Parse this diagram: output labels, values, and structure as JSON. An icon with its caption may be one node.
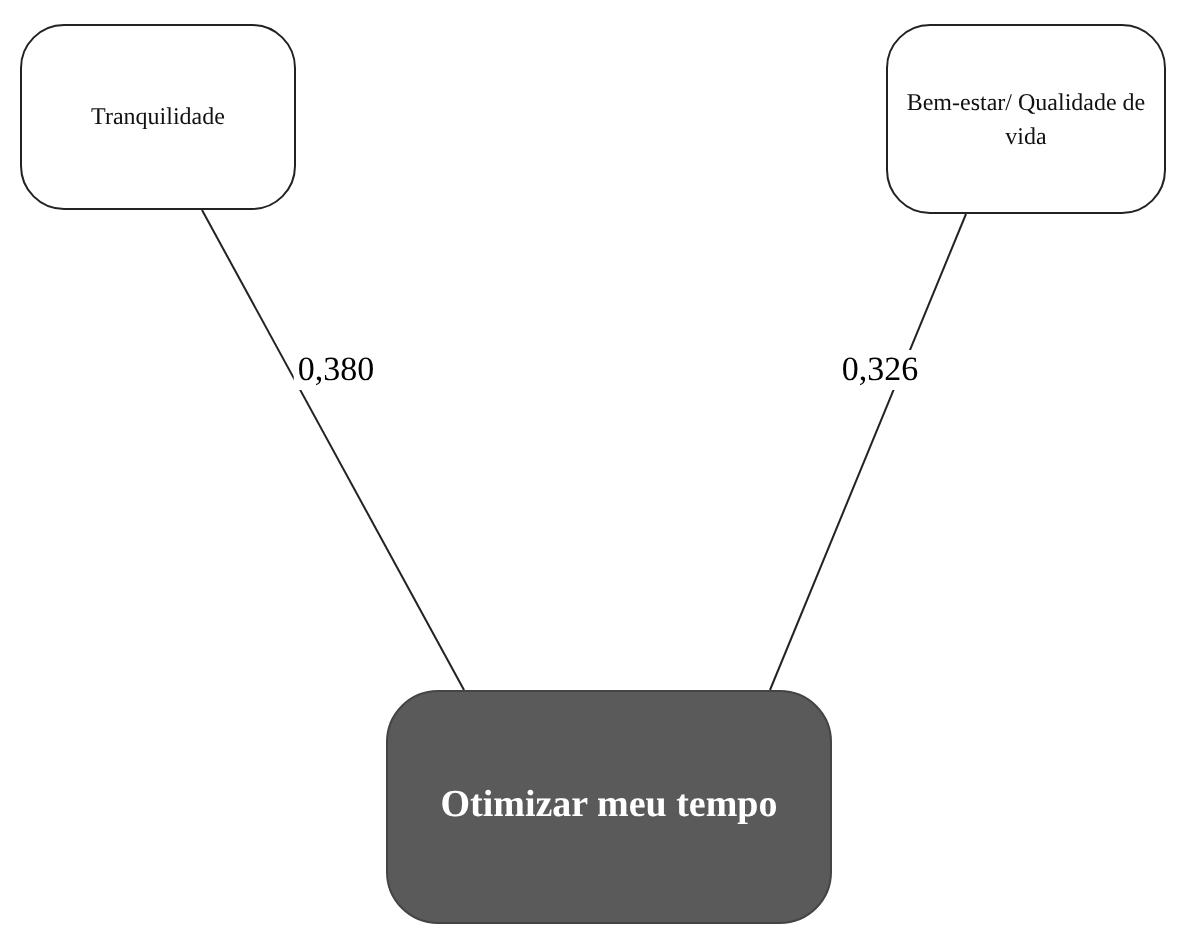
{
  "diagram": {
    "nodes": [
      {
        "text": [
          "Tranquilidade"
        ]
      },
      {
        "text": [
          "Bem-estar/ Qualidade de vida"
        ]
      },
      {
        "text": [
          "Otimizar meu tempo"
        ]
      }
    ],
    "edges": [
      {
        "from": 0,
        "to": 2,
        "arrow": "none",
        "label": "0,380"
      },
      {
        "from": 1,
        "to": 2,
        "arrow": "none",
        "label": "0,326"
      }
    ]
  }
}
